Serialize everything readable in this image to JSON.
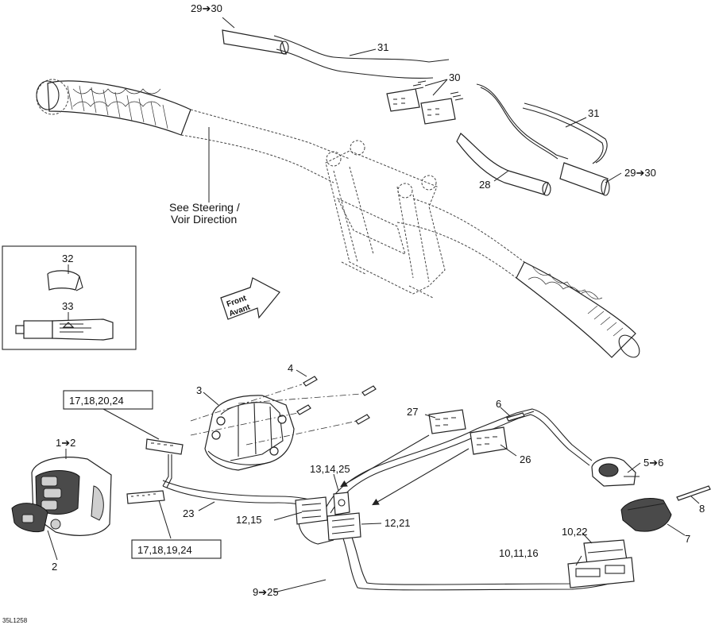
{
  "diagram_id": "35L1258",
  "labels": {
    "l29_30_top": "29➔30",
    "l31_top": "31",
    "l30": "30",
    "l31_right": "31",
    "l29_30_right": "29➔30",
    "l28": "28",
    "see_steering": "See Steering /",
    "voir_direction": "Voir Direction",
    "l32": "32",
    "l33": "33",
    "front": "Front",
    "avant": "Avant",
    "l4": "4",
    "l3": "3",
    "box_top": "17,18,20,24",
    "l1_2": "1➔2",
    "l2": "2",
    "l23": "23",
    "box_bottom": "17,18,19,24",
    "l27": "27",
    "l6": "6",
    "l26": "26",
    "l5_6": "5➔6",
    "l13_14_25": "13,14,25",
    "l12_15": "12,15",
    "l12_21": "12,21",
    "l8": "8",
    "l7": "7",
    "l10_22": "10,22",
    "l10_11_16": "10,11,16",
    "l9_25": "9➔25"
  }
}
